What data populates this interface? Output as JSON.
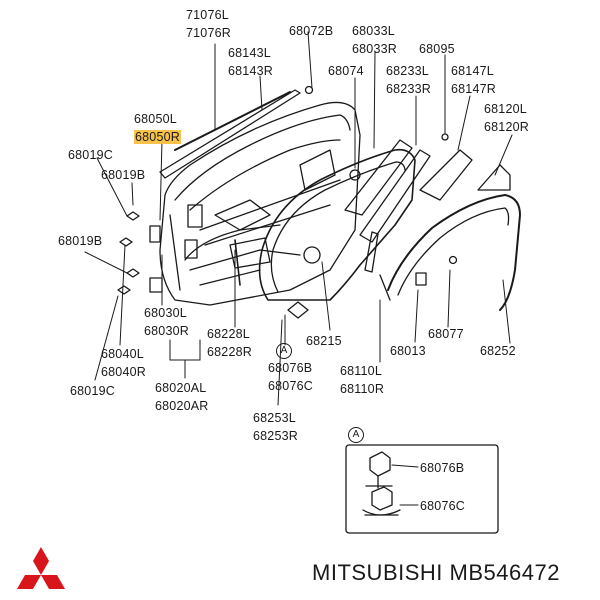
{
  "labels": {
    "l71076L": "71076L",
    "l71076R": "71076R",
    "l68072B": "68072B",
    "l68033L": "68033L",
    "l68033R": "68033R",
    "l68095": "68095",
    "l68143L": "68143L",
    "l68143R": "68143R",
    "l68074": "68074",
    "l68233L": "68233L",
    "l68233R": "68233R",
    "l68147L": "68147L",
    "l68147R": "68147R",
    "l68120L": "68120L",
    "l68120R": "68120R",
    "l68050L": "68050L",
    "l68050R": "68050R",
    "l68019C_top": "68019C",
    "l68019B_top": "68019B",
    "l68019B_mid": "68019B",
    "l68030L": "68030L",
    "l68030R": "68030R",
    "l68228L": "68228L",
    "l68228R": "68228R",
    "l68215": "68215",
    "l68077": "68077",
    "l68040L": "68040L",
    "l68040R": "68040R",
    "l68076B": "68076B",
    "l68076C": "68076C",
    "l68013": "68013",
    "l68252": "68252",
    "l68019C_bot": "68019C",
    "l68020AL": "68020AL",
    "l68020AR": "68020AR",
    "l68110L": "68110L",
    "l68110R": "68110R",
    "l68253L": "68253L",
    "l68253R": "68253R",
    "detail_68076B": "68076B",
    "detail_68076C": "68076C"
  },
  "ref_marker": "A",
  "footer": {
    "brand": "MITSUBISHI",
    "part_number": "MB546472"
  },
  "colors": {
    "highlight": "#f6c24a",
    "logo": "#d8151b",
    "ink": "#1a1a1a"
  }
}
